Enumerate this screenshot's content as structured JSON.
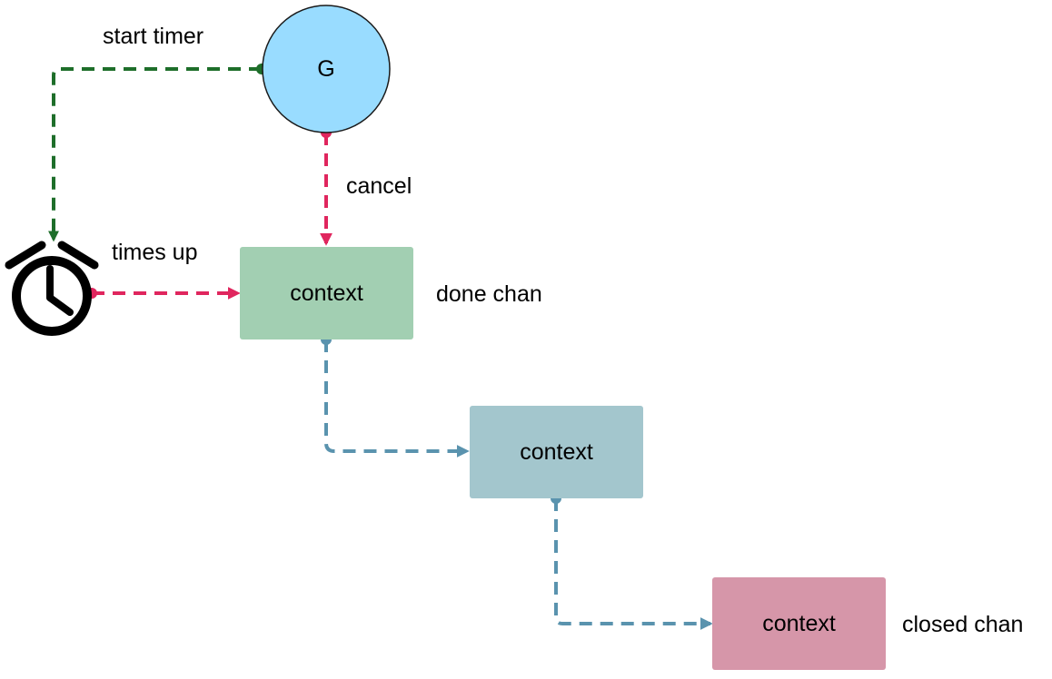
{
  "colors": {
    "goroutine_fill": "#99dcff",
    "context_green": "#a2cfb2",
    "context_blue": "#a3c6cd",
    "context_pink": "#d696a9",
    "timer_edge": "#1e6e2a",
    "cancel_edge": "#e0265e",
    "propagate_edge": "#5a93ae"
  },
  "nodes": {
    "goroutine": "G",
    "context1": "context",
    "context2": "context",
    "context3": "context",
    "alarm_clock": "alarm-clock-icon"
  },
  "labels": {
    "start_timer": "start timer",
    "cancel": "cancel",
    "times_up": "times up",
    "done_chan": "done chan",
    "closed_chan": "closed chan"
  }
}
